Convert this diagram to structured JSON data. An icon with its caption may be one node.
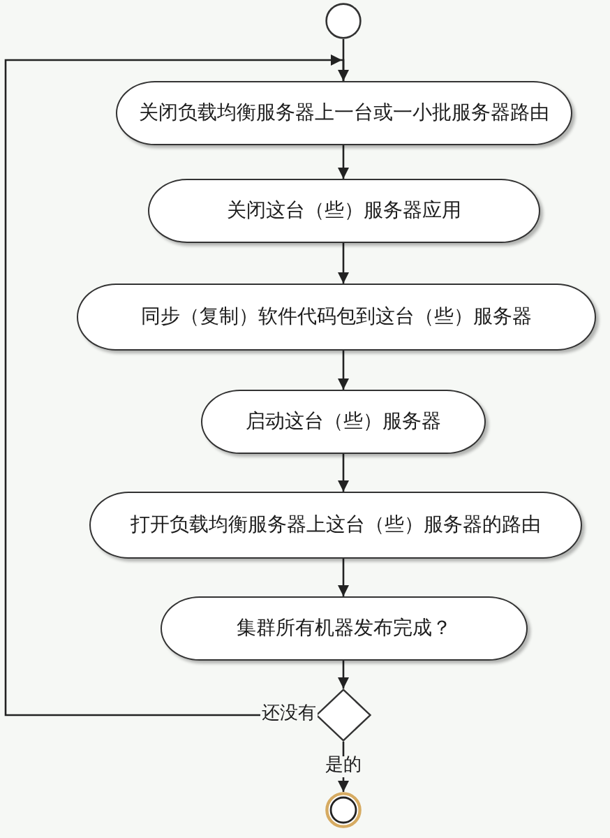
{
  "diagram": {
    "nodes": [
      {
        "text": [],
        "shape": "circle"
      },
      {
        "text": [
          "关闭负载均衡服务器上一台或一小批服务器路由"
        ]
      },
      {
        "text": [
          "关闭这台（些）服务器应用"
        ]
      },
      {
        "text": [
          "同步（复制）软件代码包到这台（些）服务器"
        ]
      },
      {
        "text": [
          "启动这台（些）服务器"
        ]
      },
      {
        "text": [
          "打开负载均衡服务器上这台（些）服务器的路由"
        ]
      },
      {
        "text": [
          "集群所有机器发布完成？"
        ]
      },
      {
        "text": [],
        "shape": "diamond"
      },
      {
        "text": [],
        "shape": "circle"
      }
    ],
    "edges": [
      {
        "from": 0,
        "to": 1,
        "arrow": "to"
      },
      {
        "from": 1,
        "to": 2,
        "arrow": "to"
      },
      {
        "from": 2,
        "to": 3,
        "arrow": "to"
      },
      {
        "from": 3,
        "to": 4,
        "arrow": "to"
      },
      {
        "from": 4,
        "to": 5,
        "arrow": "to"
      },
      {
        "from": 5,
        "to": 6,
        "arrow": "to"
      },
      {
        "from": 6,
        "to": 7,
        "arrow": "to"
      },
      {
        "from": 7,
        "to": 1,
        "arrow": "to",
        "label": "还没有"
      },
      {
        "from": 7,
        "to": 8,
        "arrow": "to",
        "label": "是的"
      }
    ]
  }
}
